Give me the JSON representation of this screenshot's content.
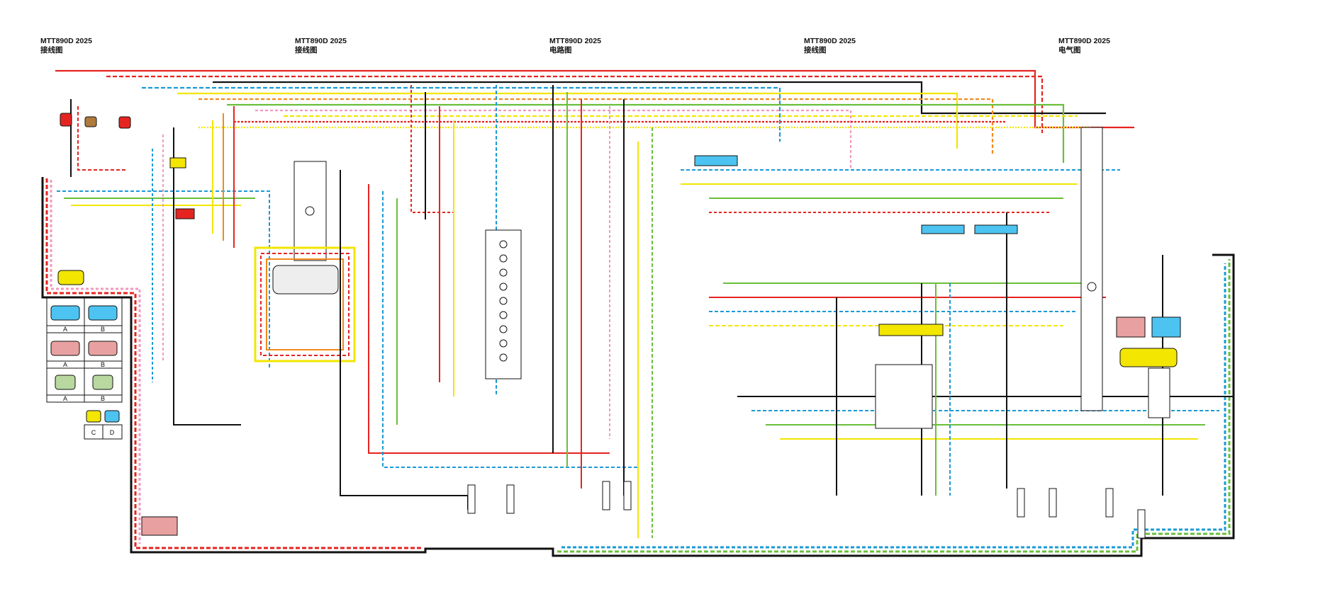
{
  "headers": [
    {
      "model": "MTT890D 2025",
      "subtitle": "接线图"
    },
    {
      "model": "MTT890D 2025",
      "subtitle": "接线图"
    },
    {
      "model": "MTT890D 2025",
      "subtitle": "电路图"
    },
    {
      "model": "MTT890D 2025",
      "subtitle": "接线图"
    },
    {
      "model": "MTT890D 2025",
      "subtitle": "电气图"
    }
  ],
  "legend_letters": [
    "A",
    "B",
    "A",
    "B",
    "A",
    "B",
    "C",
    "D"
  ],
  "wire_colors": [
    "#e52421",
    "#111111",
    "#1a9ad6",
    "#f3e600",
    "#6abf3a",
    "#f29ac0",
    "#f28a1c",
    "#8a8a8a",
    "#b07a3c",
    "#1a6e3a"
  ]
}
